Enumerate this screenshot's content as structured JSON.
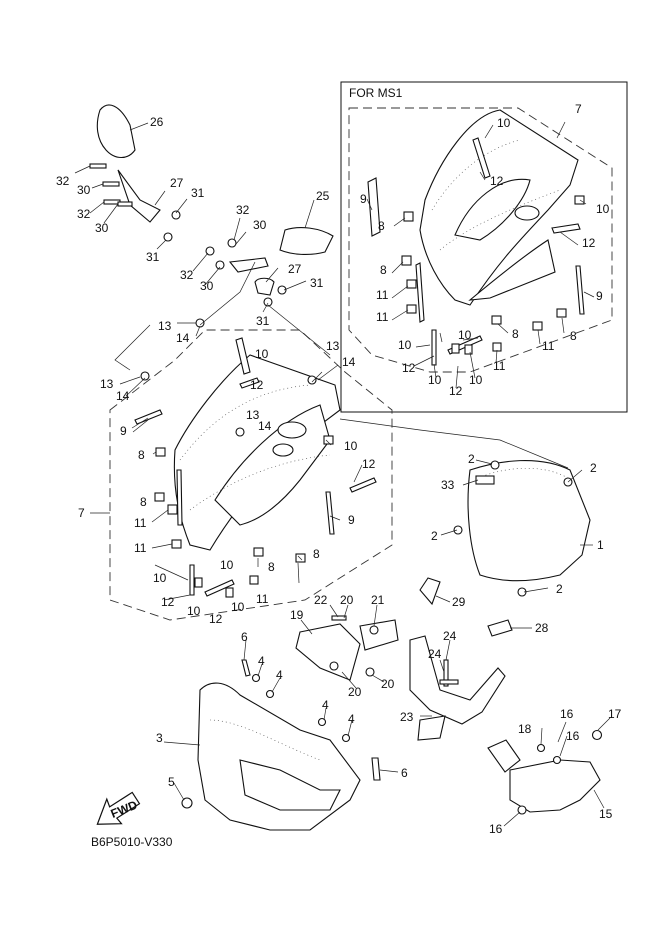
{
  "diagram_code": "B6P5010-V330",
  "ms1_box_title": "FOR MS1",
  "fwd_label": "FWD",
  "callouts": [
    {
      "id": "c26",
      "text": "26"
    },
    {
      "id": "c32a",
      "text": "32"
    },
    {
      "id": "c30a",
      "text": "30"
    },
    {
      "id": "c32b",
      "text": "32"
    },
    {
      "id": "c30b",
      "text": "30"
    },
    {
      "id": "c27a",
      "text": "27"
    },
    {
      "id": "c31a",
      "text": "31"
    },
    {
      "id": "c31b",
      "text": "31"
    },
    {
      "id": "c25",
      "text": "25"
    },
    {
      "id": "c32c",
      "text": "32"
    },
    {
      "id": "c30c",
      "text": "30"
    },
    {
      "id": "c32d",
      "text": "32"
    },
    {
      "id": "c30d",
      "text": "30"
    },
    {
      "id": "c27b",
      "text": "27"
    },
    {
      "id": "c31c",
      "text": "31"
    },
    {
      "id": "c31d",
      "text": "31"
    },
    {
      "id": "c13a",
      "text": "13"
    },
    {
      "id": "c14a",
      "text": "14"
    },
    {
      "id": "c10a",
      "text": "10"
    },
    {
      "id": "c12a",
      "text": "12"
    },
    {
      "id": "c13b",
      "text": "13"
    },
    {
      "id": "c14b",
      "text": "14"
    },
    {
      "id": "c13c",
      "text": "13"
    },
    {
      "id": "c14c",
      "text": "14"
    },
    {
      "id": "c13d",
      "text": "13"
    },
    {
      "id": "c14d",
      "text": "14"
    },
    {
      "id": "c10b",
      "text": "10"
    },
    {
      "id": "c12b",
      "text": "12"
    },
    {
      "id": "c9a",
      "text": "9"
    },
    {
      "id": "c8a",
      "text": "8"
    },
    {
      "id": "c8b",
      "text": "8"
    },
    {
      "id": "c7a",
      "text": "7"
    },
    {
      "id": "c11a",
      "text": "11"
    },
    {
      "id": "c11b",
      "text": "11"
    },
    {
      "id": "c9b",
      "text": "9"
    },
    {
      "id": "c8c",
      "text": "8"
    },
    {
      "id": "c8d",
      "text": "8"
    },
    {
      "id": "c10c",
      "text": "10"
    },
    {
      "id": "c12c",
      "text": "12"
    },
    {
      "id": "c10d",
      "text": "10"
    },
    {
      "id": "c12d",
      "text": "12"
    },
    {
      "id": "c10e",
      "text": "10"
    },
    {
      "id": "c11c",
      "text": "11"
    },
    {
      "id": "c10f",
      "text": "10"
    },
    {
      "id": "c7b",
      "text": "7"
    },
    {
      "id": "c10g",
      "text": "10"
    },
    {
      "id": "c12e",
      "text": "12"
    },
    {
      "id": "c9c",
      "text": "9"
    },
    {
      "id": "c10h",
      "text": "10"
    },
    {
      "id": "c8e",
      "text": "8"
    },
    {
      "id": "c12f",
      "text": "12"
    },
    {
      "id": "c8f",
      "text": "8"
    },
    {
      "id": "c9d",
      "text": "9"
    },
    {
      "id": "c11d",
      "text": "11"
    },
    {
      "id": "c11e",
      "text": "11"
    },
    {
      "id": "c8g",
      "text": "8"
    },
    {
      "id": "c8h",
      "text": "8"
    },
    {
      "id": "c11f",
      "text": "11"
    },
    {
      "id": "c10i",
      "text": "10"
    },
    {
      "id": "c12g",
      "text": "12"
    },
    {
      "id": "c10j",
      "text": "10"
    },
    {
      "id": "c10k",
      "text": "10"
    },
    {
      "id": "c11g",
      "text": "11"
    },
    {
      "id": "c10l",
      "text": "10"
    },
    {
      "id": "c12h",
      "text": "12"
    },
    {
      "id": "c2a",
      "text": "2"
    },
    {
      "id": "c2b",
      "text": "2"
    },
    {
      "id": "c33",
      "text": "33"
    },
    {
      "id": "c2c",
      "text": "2"
    },
    {
      "id": "c1",
      "text": "1"
    },
    {
      "id": "c2d",
      "text": "2"
    },
    {
      "id": "c29",
      "text": "29"
    },
    {
      "id": "c28",
      "text": "28"
    },
    {
      "id": "c22",
      "text": "22"
    },
    {
      "id": "c20a",
      "text": "20"
    },
    {
      "id": "c21",
      "text": "21"
    },
    {
      "id": "c19",
      "text": "19"
    },
    {
      "id": "c20b",
      "text": "20"
    },
    {
      "id": "c20c",
      "text": "20"
    },
    {
      "id": "c24a",
      "text": "24"
    },
    {
      "id": "c24b",
      "text": "24"
    },
    {
      "id": "c23",
      "text": "23"
    },
    {
      "id": "c6a",
      "text": "6"
    },
    {
      "id": "c4a",
      "text": "4"
    },
    {
      "id": "c4b",
      "text": "4"
    },
    {
      "id": "c4c",
      "text": "4"
    },
    {
      "id": "c4d",
      "text": "4"
    },
    {
      "id": "c3",
      "text": "3"
    },
    {
      "id": "c6b",
      "text": "6"
    },
    {
      "id": "c5",
      "text": "5"
    },
    {
      "id": "c18",
      "text": "18"
    },
    {
      "id": "c16a",
      "text": "16"
    },
    {
      "id": "c17",
      "text": "17"
    },
    {
      "id": "c16b",
      "text": "16"
    },
    {
      "id": "c15",
      "text": "15"
    },
    {
      "id": "c16c",
      "text": "16"
    }
  ]
}
